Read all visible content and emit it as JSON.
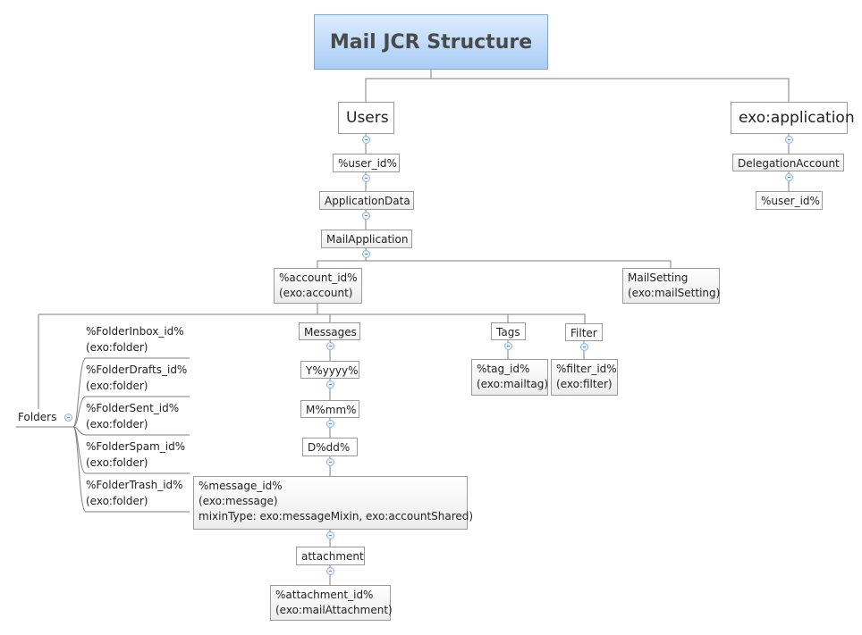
{
  "title": "Mail JCR Structure",
  "nodes": {
    "users": "Users",
    "exo_application": "exo:application",
    "user_id": "%user_id%",
    "application_data": "ApplicationData",
    "mail_application": "MailApplication",
    "account_id": [
      "%account_id%",
      "(exo:account)"
    ],
    "mail_setting": [
      "MailSetting",
      "(exo:mailSetting)"
    ],
    "delegation_account": "DelegationAccount",
    "delegation_user_id": "%user_id%",
    "folders": "Folders",
    "folder_inbox": [
      "%FolderInbox_id%",
      "(exo:folder)"
    ],
    "folder_drafts": [
      "%FolderDrafts_id%",
      "(exo:folder)"
    ],
    "folder_sent": [
      "%FolderSent_id%",
      "(exo:folder)"
    ],
    "folder_spam": [
      "%FolderSpam_id%",
      "(exo:folder)"
    ],
    "folder_trash": [
      "%FolderTrash_id%",
      "(exo:folder)"
    ],
    "messages": "Messages",
    "year": "Y%yyyy%",
    "month": "M%mm%",
    "day": "D%dd%",
    "message_id": [
      "%message_id%",
      "(exo:message)",
      "mixinType: exo:messageMixin, exo:accountShared)"
    ],
    "attachment": "attachment",
    "attachment_id": [
      "%attachment_id%",
      "(exo:mailAttachment)"
    ],
    "tags": "Tags",
    "tag_id": [
      "%tag_id%",
      "(exo:mailtag)"
    ],
    "filter": "Filter",
    "filter_id": [
      "%filter_id%",
      "(exo:filter)"
    ]
  }
}
